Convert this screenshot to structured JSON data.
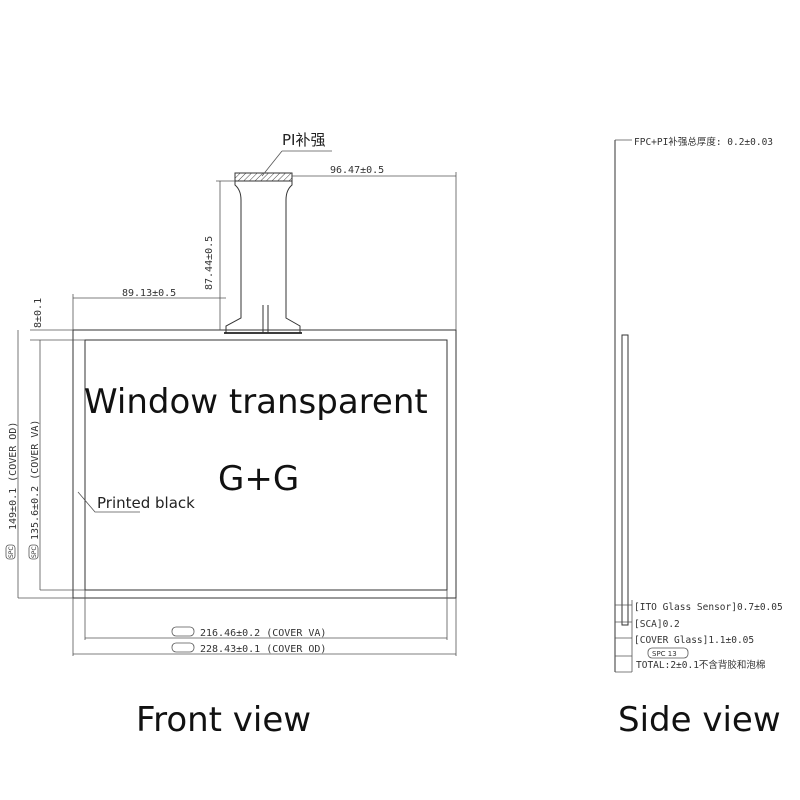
{
  "front": {
    "pi_label": "PI补强",
    "dim_top_right": "96.47±0.5",
    "dim_tail_height": "87.44±0.5",
    "dim_tail_offset": "89.13±0.5",
    "dim_border_top": "8±0.1",
    "dim_height_od": "149±0.1 (COVER OD)",
    "dim_height_va": "135.6±0.2 (COVER VA)",
    "dim_width_va": "216.46±0.2 (COVER VA)",
    "dim_width_od": "228.43±0.1 (COVER OD)",
    "window_label": "Window transparent",
    "gg_label": "G+G",
    "printed_black_label": "Printed black",
    "spec_tag_1": "SPC",
    "spec_tag_2": "SPC",
    "view_title": "Front view"
  },
  "side": {
    "thickness_note": "FPC+PI补强总厚度: 0.2±0.03",
    "ito_sensor": "[ITO Glass Sensor]0.7±0.05",
    "sca": "[SCA]0.2",
    "cover_glass": "[COVER Glass]1.1±0.05",
    "spc_tag": "SPC 13",
    "total": "TOTAL:2±0.1不含背胶和泡棉",
    "view_title": "Side view"
  }
}
